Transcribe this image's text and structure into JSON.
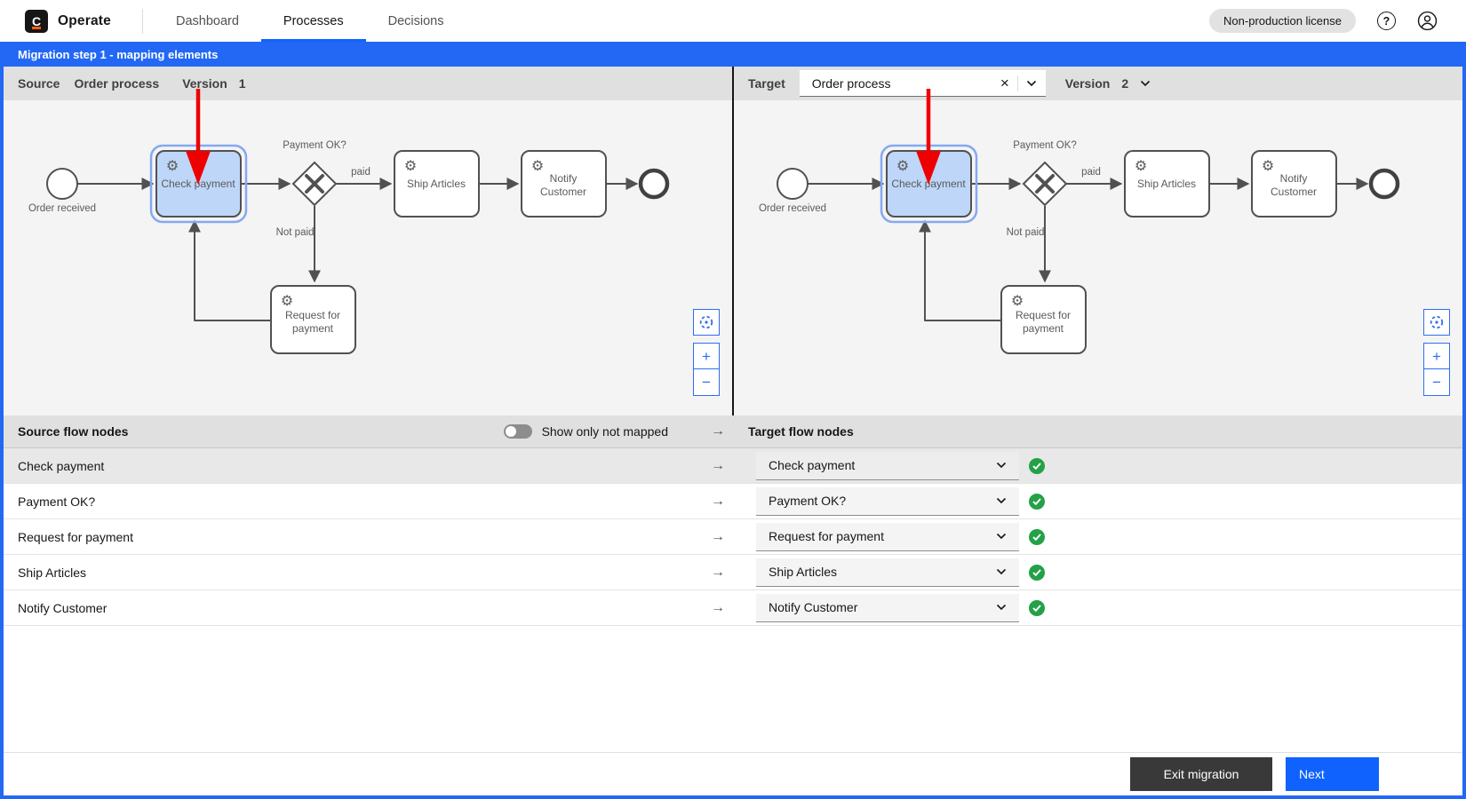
{
  "topbar": {
    "logo_letter": "C",
    "app_name": "Operate",
    "nav": {
      "dashboard": "Dashboard",
      "processes": "Processes",
      "decisions": "Decisions"
    },
    "license_badge": "Non-production license",
    "help_glyph": "?"
  },
  "banner": {
    "title": "Migration step 1 - mapping elements"
  },
  "source_panel": {
    "label": "Source",
    "process_name": "Order process",
    "version_label": "Version",
    "version_value": "1"
  },
  "target_panel": {
    "label": "Target",
    "process_value": "Order process",
    "clear_glyph": "×",
    "version_label": "Version",
    "version_value": "2"
  },
  "diagram": {
    "start_event_label": "Order received",
    "check_payment_label": "Check payment",
    "gateway_label": "Payment OK?",
    "paid_flow_label": "paid",
    "not_paid_flow_label": "Not paid",
    "request_line1": "Request for",
    "request_line2": "payment",
    "ship_label": "Ship Articles",
    "notify_line1": "Notify",
    "notify_line2": "Customer",
    "service_task_glyph": "⚙",
    "zoom_in_glyph": "+",
    "zoom_out_glyph": "−"
  },
  "mapping": {
    "source_header": "Source flow nodes",
    "target_header": "Target flow nodes",
    "toggle_label": "Show only not mapped",
    "arrow_glyph": "→",
    "rows": [
      {
        "source": "Check payment",
        "target": "Check payment"
      },
      {
        "source": "Payment OK?",
        "target": "Payment OK?"
      },
      {
        "source": "Request for payment",
        "target": "Request for payment"
      },
      {
        "source": "Ship Articles",
        "target": "Ship Articles"
      },
      {
        "source": "Notify Customer",
        "target": "Notify Customer"
      }
    ]
  },
  "footer": {
    "exit_label": "Exit migration",
    "next_label": "Next"
  },
  "colors": {
    "banner_blue": "#2268f5",
    "button_blue": "#0f62fe",
    "control_blue": "#2f6df3",
    "success_green": "#24a148",
    "task_highlight_fill": "#bed6f8",
    "selection_stroke": "#84a9f1",
    "red_arrow": "#ee0000"
  }
}
